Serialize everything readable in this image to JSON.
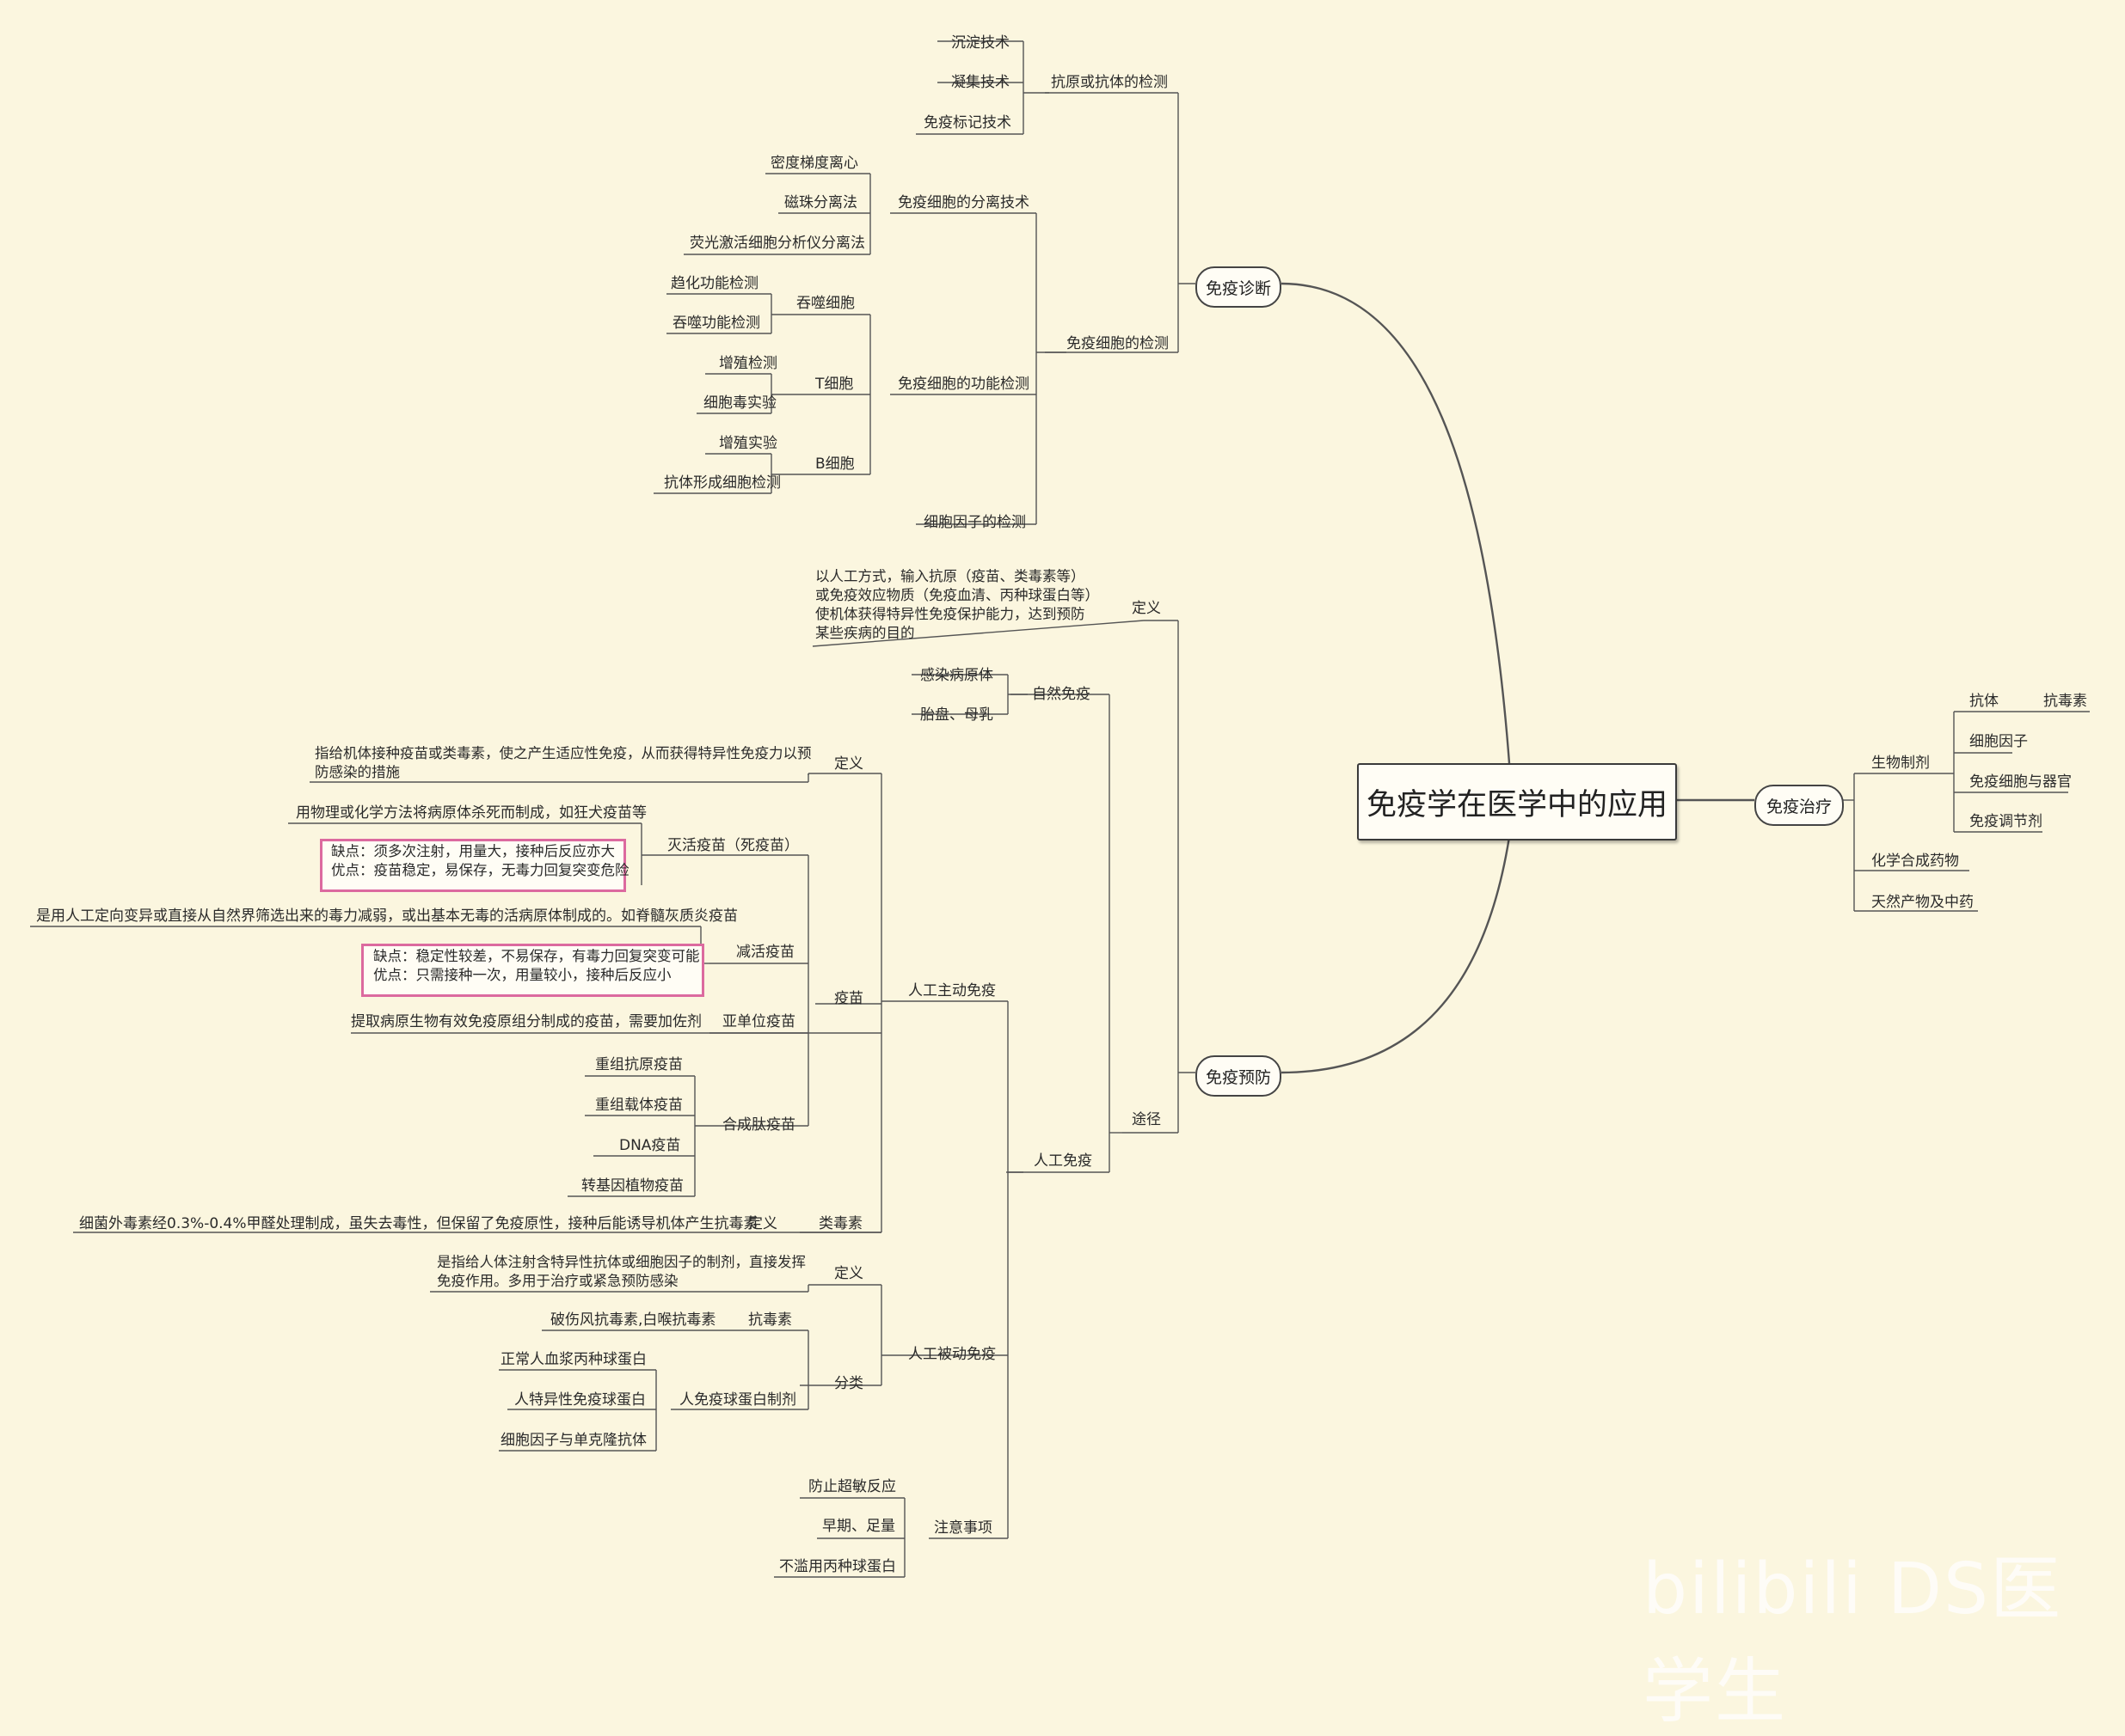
{
  "root": "免疫学在医学中的应用",
  "topics": {
    "diagnosis": "免疫诊断",
    "treatment": "免疫治疗",
    "prevention": "免疫预防"
  },
  "diagnosis": {
    "antigen_antibody": {
      "label": "抗原或抗体的检测",
      "items": [
        "沉淀技术",
        "凝集技术",
        "免疫标记技术"
      ]
    },
    "cell_detection": {
      "label": "免疫细胞的检测",
      "separation": {
        "label": "免疫细胞的分离技术",
        "items": [
          "密度梯度离心",
          "磁珠分离法",
          "荧光激活细胞分析仪分离法"
        ]
      },
      "function": {
        "label": "免疫细胞的功能检测",
        "phagocyte": {
          "label": "吞噬细胞",
          "items": [
            "趋化功能检测",
            "吞噬功能检测"
          ]
        },
        "t_cell": {
          "label": "T细胞",
          "items": [
            "增殖检测",
            "细胞毒实验"
          ]
        },
        "b_cell": {
          "label": "B细胞",
          "items": [
            "增殖实验",
            "抗体形成细胞检测"
          ]
        }
      },
      "cytokine": "细胞因子的检测"
    }
  },
  "prevention": {
    "definition_label": "定义",
    "definition_text": [
      "以人工方式，输入抗原（疫苗、类毒素等）",
      "或免疫效应物质（免疫血清、丙种球蛋白等）",
      "使机体获得特异性免疫保护能力，达到预防",
      "某些疾病的目的"
    ],
    "route_label": "途径",
    "natural": {
      "label": "自然免疫",
      "items": [
        "感染病原体",
        "胎盘、母乳"
      ]
    },
    "artificial": {
      "label": "人工免疫",
      "active": {
        "label": "人工主动免疫",
        "def_label": "定义",
        "def_text": [
          "指给机体接种疫苗或类毒素，使之产生适应性免疫，从而获得特异性免疫力以预",
          "防感染的措施"
        ],
        "vaccine_label": "疫苗",
        "inactivated": {
          "label": "灭活疫苗（死疫苗）",
          "desc": "用物理或化学方法将病原体杀死而制成，如狂犬疫苗等",
          "note": [
            "缺点：须多次注射，用量大，接种后反应亦大",
            "优点：疫苗稳定，易保存，无毒力回复突变危险"
          ]
        },
        "attenuated": {
          "label": "减活疫苗",
          "desc": "是用人工定向变异或直接从自然界筛选出来的毒力减弱，或出基本无毒的活病原体制成的。如脊髓灰质炎疫苗",
          "note": [
            "缺点：稳定性较差，不易保存，有毒力回复突变可能",
            "优点：只需接种一次，用量较小，接种后反应小"
          ]
        },
        "subunit": {
          "label": "亚单位疫苗",
          "desc": "提取病原生物有效免疫原组分制成的疫苗，需要加佐剂"
        },
        "synthetic": {
          "label": "合成肽疫苗",
          "items": [
            "重组抗原疫苗",
            "重组载体疫苗",
            "DNA疫苗",
            "转基因植物疫苗"
          ]
        },
        "toxoid": {
          "label": "类毒素",
          "def_label": "定义",
          "def_text": "细菌外毒素经0.3%-0.4%甲醛处理制成，虽失去毒性，但保留了免疫原性，接种后能诱导机体产生抗毒素"
        }
      },
      "passive": {
        "label": "人工被动免疫",
        "def_label": "定义",
        "def_text": [
          "是指给人体注射含特异性抗体或细胞因子的制剂，直接发挥",
          "免疫作用。多用于治疗或紧急预防感染"
        ],
        "class_label": "分类",
        "antitoxin": {
          "label": "抗毒素",
          "desc": "破伤风抗毒素,白喉抗毒素"
        },
        "globulin": {
          "label": "人免疫球蛋白制剂",
          "items": [
            "正常人血浆丙种球蛋白",
            "人特异性免疫球蛋白",
            "细胞因子与单克隆抗体"
          ]
        }
      },
      "notes": {
        "label": "注意事项",
        "items": [
          "防止超敏反应",
          "早期、足量",
          "不滥用丙种球蛋白"
        ]
      }
    }
  },
  "treatment": {
    "biologics": {
      "label": "生物制剂",
      "antibody": "抗体",
      "antitoxin": "抗毒素",
      "items": [
        "细胞因子",
        "免疫细胞与器官",
        "免疫调节剂"
      ]
    },
    "chemical": "化学合成药物",
    "natural": "天然产物及中药"
  },
  "watermark": "bilibili DS医学生",
  "colors": {
    "background": "#fbf6df",
    "line": "#555555",
    "highlight_box": "#dc6a9f"
  }
}
